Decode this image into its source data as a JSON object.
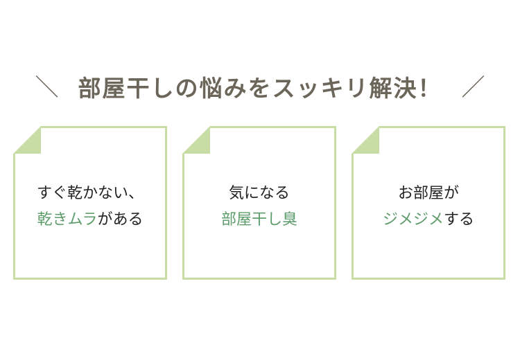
{
  "headline": {
    "text": "部屋干しの悩みをスッキリ解決！",
    "left_mark": "＼",
    "right_mark": "／"
  },
  "colors": {
    "headline": "#6b6659",
    "card_border": "#c8dca6",
    "accent_green": "#5e9c6b",
    "body_text": "#222222"
  },
  "cards": [
    {
      "line1": "すぐ乾かない、",
      "line2_green": "乾きムラ",
      "line2_rest": "がある"
    },
    {
      "line1": "気になる",
      "line2_green": "部屋干し臭",
      "line2_rest": ""
    },
    {
      "line1": "お部屋が",
      "line2_green": "ジメジメ",
      "line2_rest": "する"
    }
  ]
}
